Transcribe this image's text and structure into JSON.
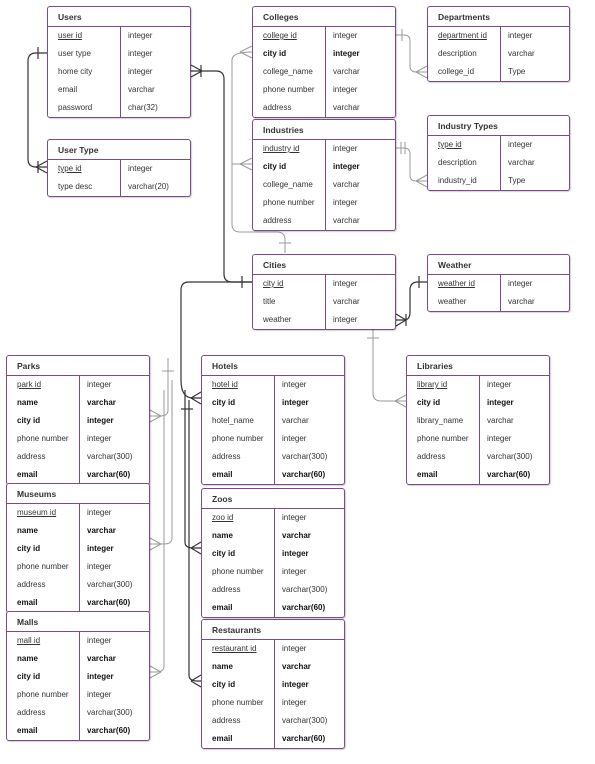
{
  "entities": {
    "users": {
      "title": "Users",
      "fields": [
        {
          "name": "user id",
          "type": "integer",
          "pk": true
        },
        {
          "name": "user type",
          "type": "integer"
        },
        {
          "name": "home city",
          "type": "integer"
        },
        {
          "name": "email",
          "type": "varchar"
        },
        {
          "name": "password",
          "type": "char(32)"
        }
      ]
    },
    "user_type": {
      "title": "User Type",
      "fields": [
        {
          "name": "type id",
          "type": "integer",
          "pk": true
        },
        {
          "name": "type desc",
          "type": "varchar(20)"
        }
      ]
    },
    "colleges": {
      "title": "Colleges",
      "fields": [
        {
          "name": "college id",
          "type": "integer",
          "pk": true
        },
        {
          "name": "city id",
          "type": "integer",
          "strong": true
        },
        {
          "name": "college_name",
          "type": "varchar"
        },
        {
          "name": "phone number",
          "type": "integer"
        },
        {
          "name": "address",
          "type": "varchar"
        }
      ]
    },
    "departments": {
      "title": "Departments",
      "fields": [
        {
          "name": "department id",
          "type": "integer",
          "pk": true
        },
        {
          "name": "description",
          "type": "varchar"
        },
        {
          "name": "college_id",
          "type": "Type"
        }
      ]
    },
    "industries": {
      "title": "Industries",
      "fields": [
        {
          "name": "industry id",
          "type": "integer",
          "pk": true
        },
        {
          "name": "city id",
          "type": "integer",
          "strong": true
        },
        {
          "name": "college_name",
          "type": "varchar"
        },
        {
          "name": "phone number",
          "type": "integer"
        },
        {
          "name": "address",
          "type": "varchar"
        }
      ]
    },
    "industry_types": {
      "title": "Industry Types",
      "fields": [
        {
          "name": "type id",
          "type": "integer",
          "pk": true
        },
        {
          "name": "description",
          "type": "varchar"
        },
        {
          "name": "industry_id",
          "type": "Type"
        }
      ]
    },
    "cities": {
      "title": "Cities",
      "fields": [
        {
          "name": "city id",
          "type": "integer",
          "pk": true
        },
        {
          "name": "title",
          "type": "varchar"
        },
        {
          "name": "weather",
          "type": "integer"
        }
      ]
    },
    "weather": {
      "title": "Weather",
      "fields": [
        {
          "name": "weather id",
          "type": "integer",
          "pk": true
        },
        {
          "name": "weather",
          "type": "varchar"
        }
      ]
    },
    "parks": {
      "title": "Parks",
      "fields": [
        {
          "name": "park id",
          "type": "integer",
          "pk": true
        },
        {
          "name": "name",
          "type": "varchar",
          "strong": true
        },
        {
          "name": "city id",
          "type": "integer",
          "strong": true
        },
        {
          "name": "phone number",
          "type": "integer"
        },
        {
          "name": "address",
          "type": "varchar(300)"
        },
        {
          "name": "email",
          "type": "varchar(60)",
          "strong": true
        }
      ]
    },
    "hotels": {
      "title": "Hotels",
      "fields": [
        {
          "name": "hotel id",
          "type": "integer",
          "pk": true
        },
        {
          "name": "city id",
          "type": "integer",
          "strong": true
        },
        {
          "name": "hotel_name",
          "type": "varchar"
        },
        {
          "name": "phone number",
          "type": "integer"
        },
        {
          "name": "address",
          "type": "varchar(300)"
        },
        {
          "name": "email",
          "type": "varchar(60)",
          "strong": true
        }
      ]
    },
    "libraries": {
      "title": "Libraries",
      "fields": [
        {
          "name": "library id",
          "type": "integer",
          "pk": true
        },
        {
          "name": "city id",
          "type": "integer",
          "strong": true
        },
        {
          "name": "library_name",
          "type": "varchar"
        },
        {
          "name": "phone number",
          "type": "integer"
        },
        {
          "name": "address",
          "type": "varchar(300)"
        },
        {
          "name": "email",
          "type": "varchar(60)",
          "strong": true
        }
      ]
    },
    "museums": {
      "title": "Museums",
      "fields": [
        {
          "name": "museum id",
          "type": "integer",
          "pk": true
        },
        {
          "name": "name",
          "type": "varchar",
          "strong": true
        },
        {
          "name": "city id",
          "type": "integer",
          "strong": true
        },
        {
          "name": "phone number",
          "type": "integer"
        },
        {
          "name": "address",
          "type": "varchar(300)"
        },
        {
          "name": "email",
          "type": "varchar(60)",
          "strong": true
        }
      ]
    },
    "zoos": {
      "title": "Zoos",
      "fields": [
        {
          "name": "zoo id",
          "type": "integer",
          "pk": true
        },
        {
          "name": "name",
          "type": "varchar",
          "strong": true
        },
        {
          "name": "city id",
          "type": "integer",
          "strong": true
        },
        {
          "name": "phone number",
          "type": "integer"
        },
        {
          "name": "address",
          "type": "varchar(300)"
        },
        {
          "name": "email",
          "type": "varchar(60)",
          "strong": true
        }
      ]
    },
    "malls": {
      "title": "Malls",
      "fields": [
        {
          "name": "mall id",
          "type": "integer",
          "pk": true
        },
        {
          "name": "name",
          "type": "varchar",
          "strong": true
        },
        {
          "name": "city id",
          "type": "integer",
          "strong": true
        },
        {
          "name": "phone number",
          "type": "integer"
        },
        {
          "name": "address",
          "type": "varchar(300)"
        },
        {
          "name": "email",
          "type": "varchar(60)",
          "strong": true
        }
      ]
    },
    "restaurants": {
      "title": "Restaurants",
      "fields": [
        {
          "name": "restaurant id",
          "type": "integer",
          "pk": true
        },
        {
          "name": "name",
          "type": "varchar",
          "strong": true
        },
        {
          "name": "city id",
          "type": "integer",
          "strong": true
        },
        {
          "name": "phone number",
          "type": "integer"
        },
        {
          "name": "address",
          "type": "varchar(300)"
        },
        {
          "name": "email",
          "type": "varchar(60)",
          "strong": true
        }
      ]
    }
  },
  "colors": {
    "entity_border": "#7a4b8c",
    "line_light": "#9a9a9a",
    "line_dark": "#333333"
  }
}
